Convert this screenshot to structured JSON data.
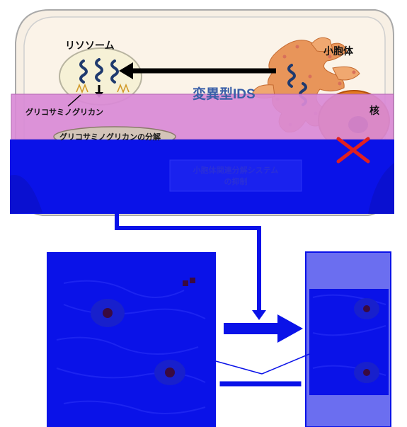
{
  "labels": {
    "lysosome": "リソソーム",
    "er": "小胞体",
    "nucleus": "核",
    "glycosaminoglycan": "グリコサミノグリカン",
    "gag_degradation": "グリコサミノグリカンの分解",
    "mutant_ids": "変異型IDS",
    "inhibition": "小胞体関連分解システムの抑制"
  },
  "inhibition_lines": [
    "小胞体関連分解システム",
    "の抑制"
  ],
  "colors": {
    "blue_band": "#0a12e8",
    "pink_band": "#d98ad6",
    "cell_fill": "#fbf3e8",
    "er": "#e8955a",
    "nucleus": "#e06a1a",
    "arrow_blue": "#0a12e8",
    "right_panel": "#6b6ef0"
  },
  "icons": [
    "left-arrow-icon",
    "down-arrow-icon",
    "cross-mark-icon",
    "right-arrow-icon"
  ]
}
